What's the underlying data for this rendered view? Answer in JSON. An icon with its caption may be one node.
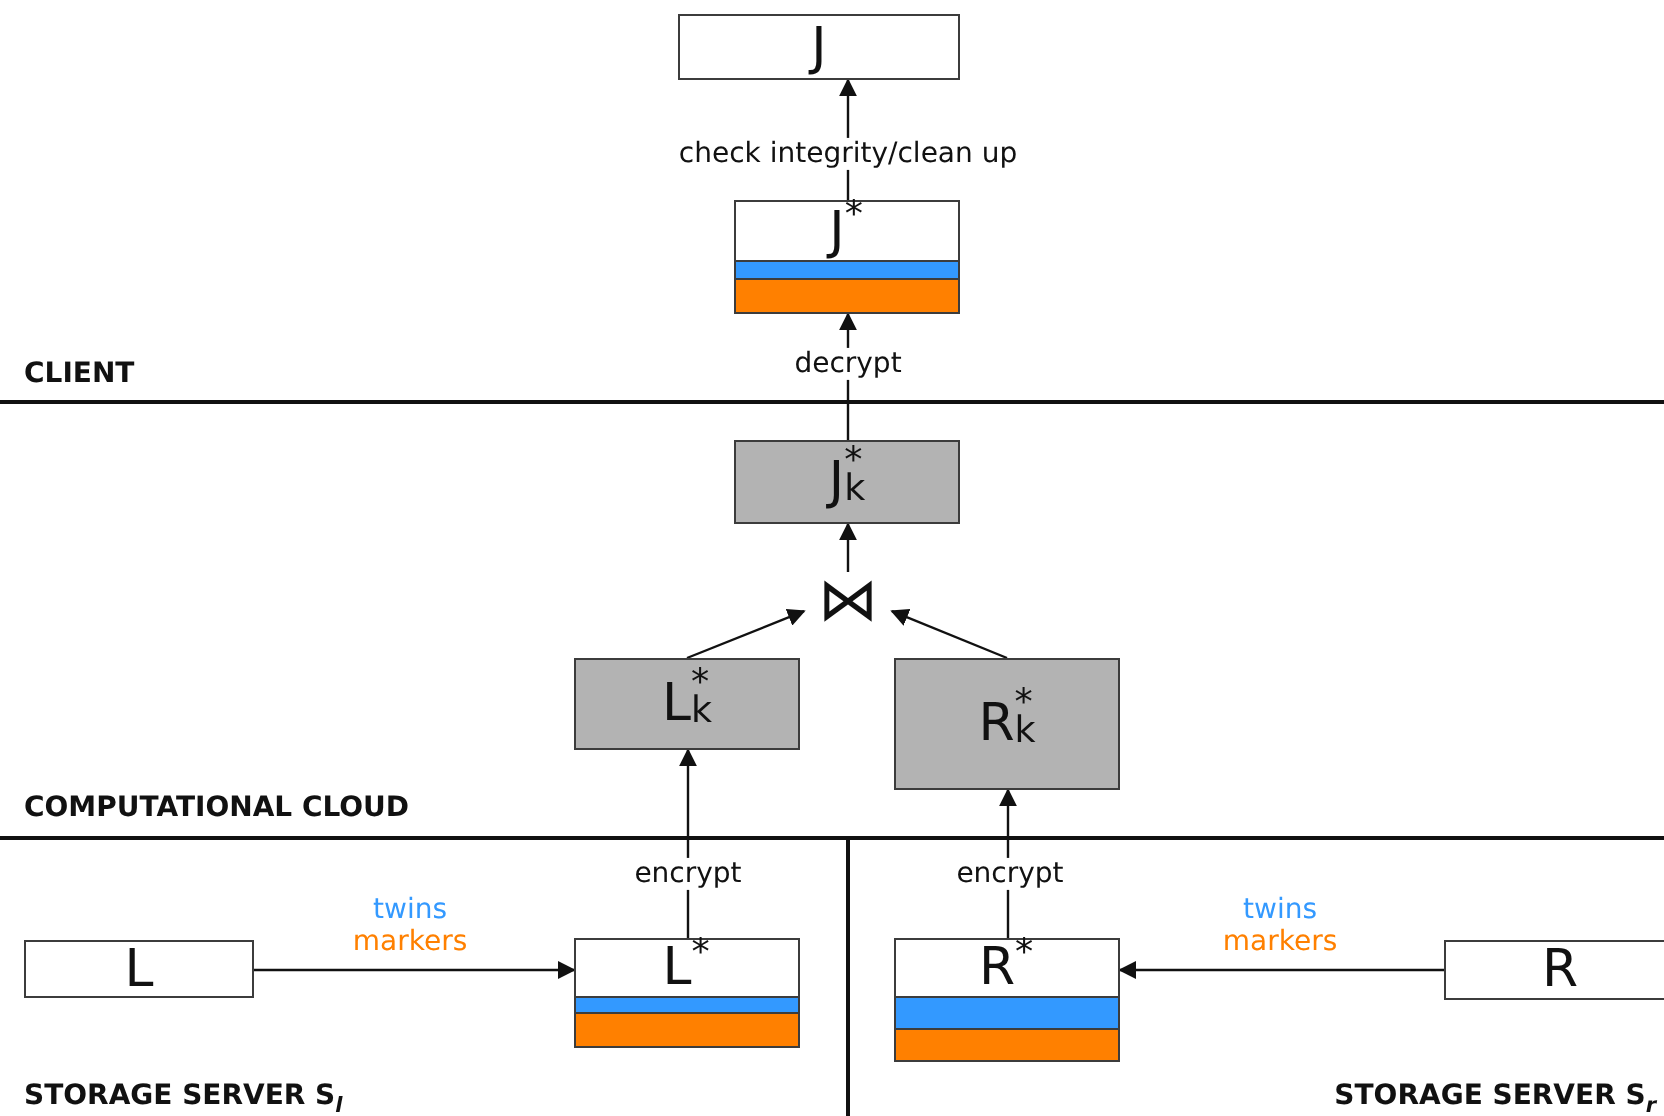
{
  "diagram": {
    "nodes": [
      {
        "text": [
          "J"
        ]
      },
      {
        "text": [
          "J$^{*}$"
        ]
      },
      {
        "text": [
          "J$^{*}$$_{k}$"
        ]
      },
      {
        "text": [
          "⋈"
        ]
      },
      {
        "text": [
          "L$^{*}$$_{k}$"
        ]
      },
      {
        "text": [
          "R$^{*}$$_{k}$"
        ]
      },
      {
        "text": [
          "L"
        ]
      },
      {
        "text": [
          "L$^{*}$"
        ]
      },
      {
        "text": [
          "R$^{*}$"
        ]
      },
      {
        "text": [
          "R"
        ]
      }
    ],
    "edges": [
      {
        "from": 1,
        "to": 0,
        "arrow": "to",
        "label": "check integrity/clean up"
      },
      {
        "from": 2,
        "to": 1,
        "arrow": "to",
        "label": "decrypt"
      },
      {
        "from": 3,
        "to": 2,
        "arrow": "to"
      },
      {
        "from": 4,
        "to": 3,
        "arrow": "to"
      },
      {
        "from": 5,
        "to": 3,
        "arrow": "to"
      },
      {
        "from": 7,
        "to": 4,
        "arrow": "to",
        "label": "encrypt"
      },
      {
        "from": 8,
        "to": 5,
        "arrow": "to",
        "label": "encrypt"
      },
      {
        "from": 6,
        "to": 7,
        "arrow": "to",
        "label": "twins markers"
      },
      {
        "from": 9,
        "to": 8,
        "arrow": "to",
        "label": "twins markers"
      }
    ],
    "labels": [
      "CLIENT",
      "COMPUTATIONAL CLOUD",
      "STORAGE SERVER S$_{l}$",
      "STORAGE SERVER S$_{r}$"
    ]
  }
}
